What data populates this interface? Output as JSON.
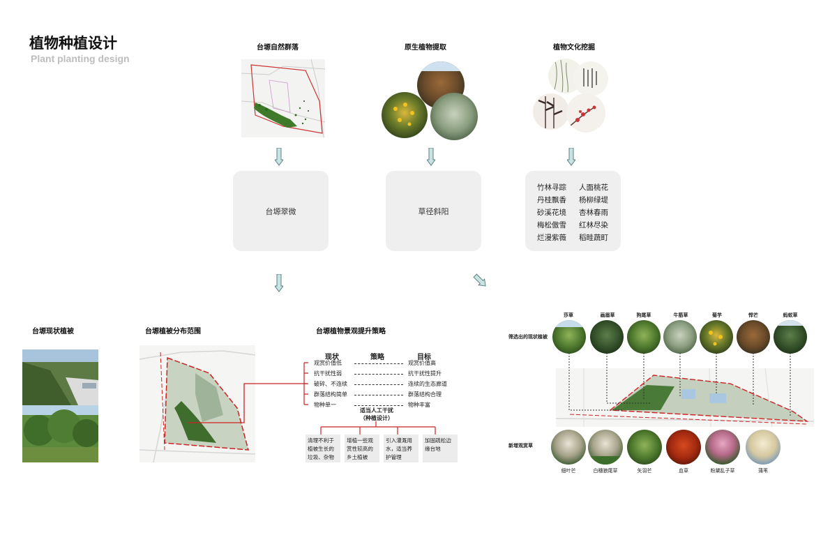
{
  "header": {
    "title": "植物种植设计",
    "subtitle": "Plant planting design"
  },
  "top_sections": [
    {
      "title": "台塬自然群落",
      "card_text": "台塬翠微"
    },
    {
      "title": "原生植物提取",
      "card_text": "草径斜阳"
    },
    {
      "title": "植物文化挖掘",
      "card_items": [
        "竹林寻踪",
        "人面桃花",
        "丹桂飘香",
        "杨柳绿堤",
        "砂溪花境",
        "杏林春雨",
        "梅松傲雪",
        "红林尽染",
        "烂漫紫薇",
        "稻畦蔬町"
      ]
    }
  ],
  "bottom": {
    "current_veg": {
      "title": "台塬现状植被"
    },
    "distribution": {
      "title": "台塬植被分布范围"
    },
    "strategy": {
      "title": "台塬植物景观提升策略",
      "headers": {
        "current": "现状",
        "strategy": "策略",
        "goal": "目标"
      },
      "rows": [
        {
          "current": "观赏价值低",
          "goal": "观赏价值高"
        },
        {
          "current": "抗干扰性弱",
          "goal": "抗干扰性提升"
        },
        {
          "current": "破碎、不连续",
          "goal": "连续的生态廊道"
        },
        {
          "current": "群落结构简单",
          "goal": "群落结构合理"
        },
        {
          "current": "物种单一",
          "goal": "物种丰富"
        }
      ],
      "center_label_1": "适当人工干扰",
      "center_label_2": "（种植设计）",
      "actions": [
        "清理不利于植被生长的垃圾、杂物",
        "增植一些观赏性较高的乡土植被",
        "引入灌溉用水，适当养护管理",
        "加固疏松边缘台地"
      ]
    }
  },
  "screened": {
    "label": "筛选出的现状植被",
    "plants": [
      "莎草",
      "画眉草",
      "狗尾草",
      "牛筋草",
      "菊芋",
      "悍芒",
      "蚂蚁草"
    ]
  },
  "added": {
    "label": "新增观赏草",
    "plants": [
      "细叶芒",
      "白穗狼尾草",
      "矢羽芒",
      "血草",
      "粉黛乱子草",
      "蒲苇"
    ]
  },
  "icons": {
    "arrow": "arrow-down-icon"
  },
  "colors": {
    "accent_red": "#cc2222",
    "arrow_fill": "#c9e4e0",
    "arrow_stroke": "#5a7f86",
    "card_bg": "#efefef"
  }
}
